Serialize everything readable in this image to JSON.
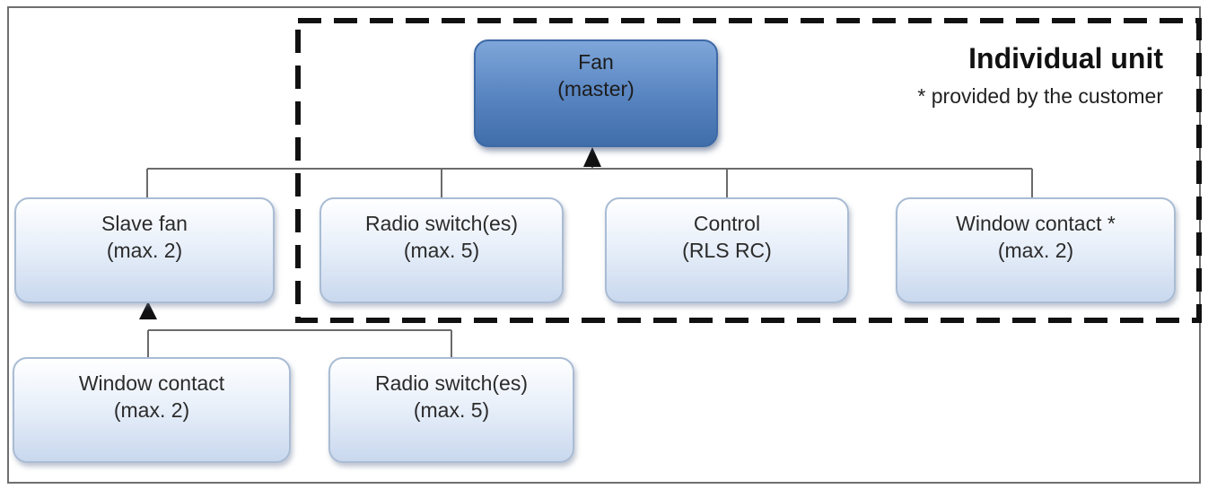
{
  "unit": {
    "title": "Individual unit",
    "note": "* provided by the customer"
  },
  "nodes": {
    "fan_master": {
      "line1": "Fan",
      "line2": "(master)"
    },
    "slave_fan": {
      "line1": "Slave fan",
      "line2": "(max. 2)"
    },
    "radio_switch_unit": {
      "line1": "Radio switch(es)",
      "line2": "(max. 5)"
    },
    "control": {
      "line1": "Control",
      "line2": "(RLS RC)"
    },
    "window_contact_unit": {
      "line1": "Window contact *",
      "line2": "(max. 2)"
    },
    "window_contact_slave": {
      "line1": "Window contact",
      "line2": "(max. 2)"
    },
    "radio_switch_slave": {
      "line1": "Radio switch(es)",
      "line2": "(max. 5)"
    }
  },
  "colors": {
    "master_fill": "#5a86c2",
    "node_fill": "#dfe8f6",
    "node_border": "#a9bcd4",
    "line": "#6b6b6b",
    "arrow": "#111111",
    "dashed_border": "#111111"
  }
}
